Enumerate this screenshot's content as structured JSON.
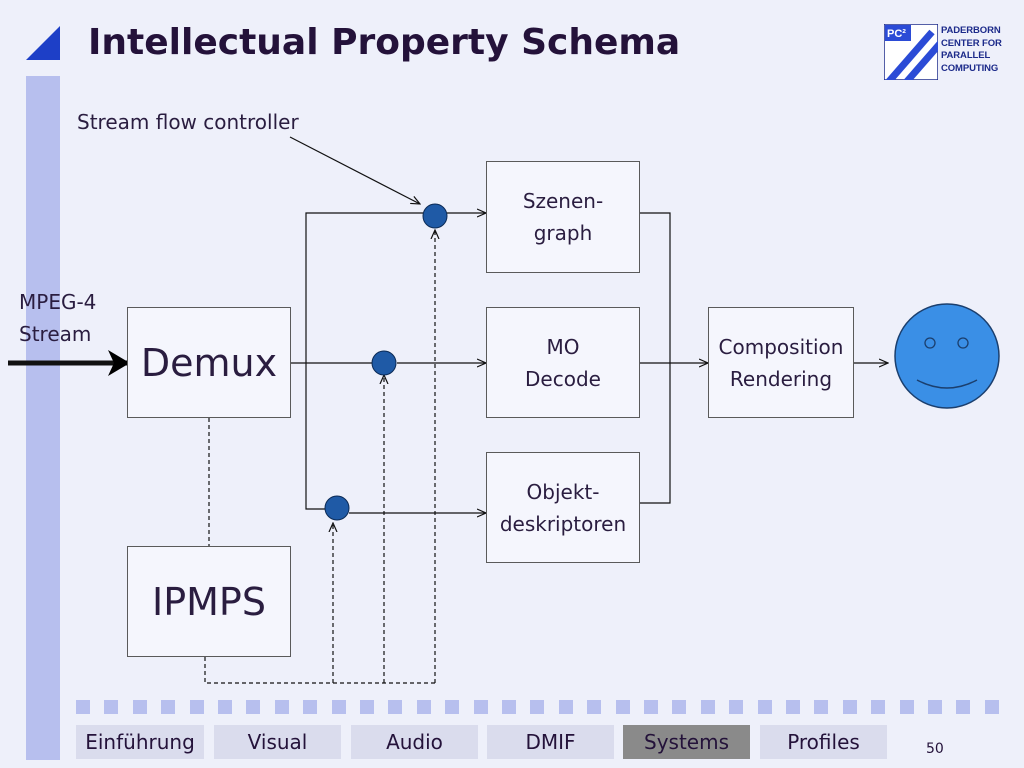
{
  "slide": {
    "title": "Intellectual Property Schema",
    "page_number": "50"
  },
  "logo": {
    "mark": "PC²",
    "lines": [
      "PADERBORN",
      "CENTER FOR",
      "PARALLEL",
      "COMPUTING"
    ]
  },
  "diagram": {
    "controller_label": "Stream flow controller",
    "input_label_line1": "MPEG-4",
    "input_label_line2": "Stream",
    "demux": "Demux",
    "ipmps": "IPMPS",
    "scene_line1": "Szenen-",
    "scene_line2": "graph",
    "mo_line1": "MO",
    "mo_line2": "Decode",
    "od_line1": "Objekt-",
    "od_line2": "deskriptoren",
    "comp_line1": "Composition",
    "comp_line2": "Rendering"
  },
  "nav": {
    "items": [
      "Einführung",
      "Visual",
      "Audio",
      "DMIF",
      "Systems",
      "Profiles"
    ],
    "active_index": 4
  },
  "colors": {
    "accent_bar": "#b7bfee",
    "title_text": "#24123a",
    "node_fill": "#1f5aa6",
    "face_fill": "#3a8fe6",
    "nav_active": "#8a8a8a",
    "nav_inactive": "#dadced"
  }
}
